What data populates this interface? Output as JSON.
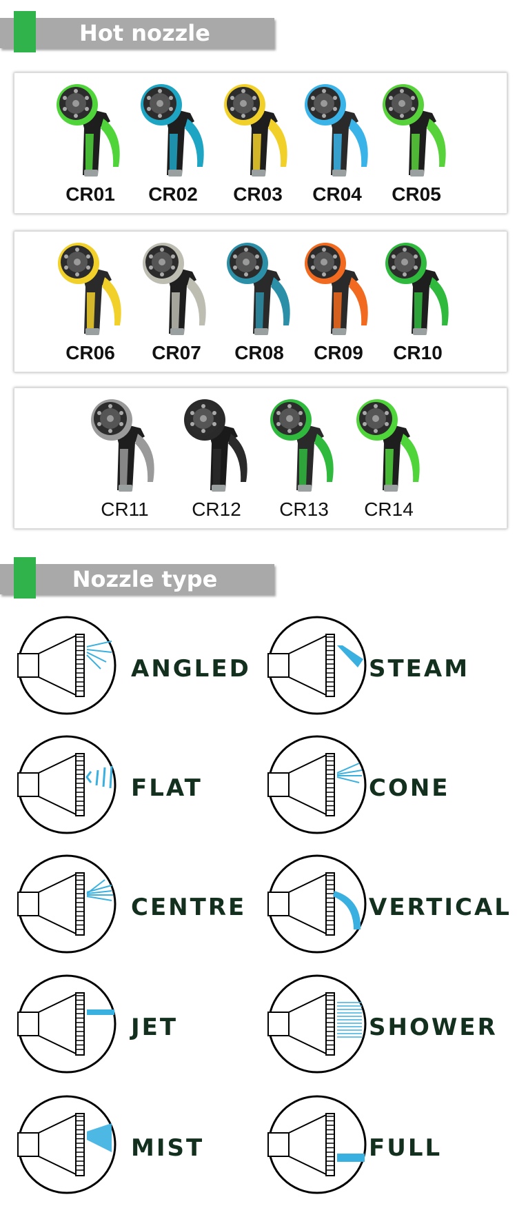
{
  "sections": {
    "hot_nozzle": "Hot nozzle",
    "nozzle_type": "Nozzle type"
  },
  "colors": {
    "accent": "#2fb34a",
    "header_bar": "#a9a9a9",
    "spray": "#3ab0e0",
    "label_text": "#13301e"
  },
  "products": [
    {
      "code": "CR01",
      "accent": "#4fd43a",
      "body": "#1e1e1e"
    },
    {
      "code": "CR02",
      "accent": "#1fa5c4",
      "body": "#1e1e1e"
    },
    {
      "code": "CR03",
      "accent": "#f2d02a",
      "body": "#1e1e1e"
    },
    {
      "code": "CR04",
      "accent": "#3ab4e8",
      "body": "#2a2a2a"
    },
    {
      "code": "CR05",
      "accent": "#58d23a",
      "body": "#1e1e1e"
    },
    {
      "code": "CR06",
      "accent": "#f2d02a",
      "body": "#2a2a2a"
    },
    {
      "code": "CR07",
      "accent": "#bdbdb2",
      "body": "#1e1e1e"
    },
    {
      "code": "CR08",
      "accent": "#2b8fa8",
      "body": "#2a2a2a"
    },
    {
      "code": "CR09",
      "accent": "#f26a1f",
      "body": "#2a2a2a"
    },
    {
      "code": "CR10",
      "accent": "#2fba3e",
      "body": "#1e1e1e"
    },
    {
      "code": "CR11",
      "accent": "#9a9a9a",
      "body": "#1e1e1e"
    },
    {
      "code": "CR12",
      "accent": "#2a2a2a",
      "body": "#1a1a1a"
    },
    {
      "code": "CR13",
      "accent": "#2fba3e",
      "body": "#2a2a2a"
    },
    {
      "code": "CR14",
      "accent": "#4fd43a",
      "body": "#1e1e1e"
    }
  ],
  "nozzle_types": [
    {
      "label": "ANGLED",
      "icon": "angled-spray-icon"
    },
    {
      "label": "STEAM",
      "icon": "steam-spray-icon"
    },
    {
      "label": "FLAT",
      "icon": "flat-spray-icon"
    },
    {
      "label": "CONE",
      "icon": "cone-spray-icon"
    },
    {
      "label": "CENTRE",
      "icon": "centre-spray-icon"
    },
    {
      "label": "VERTICAL",
      "icon": "vertical-spray-icon"
    },
    {
      "label": "JET",
      "icon": "jet-spray-icon"
    },
    {
      "label": "SHOWER",
      "icon": "shower-spray-icon"
    },
    {
      "label": "MIST",
      "icon": "mist-spray-icon"
    },
    {
      "label": "FULL",
      "icon": "full-spray-icon"
    }
  ]
}
